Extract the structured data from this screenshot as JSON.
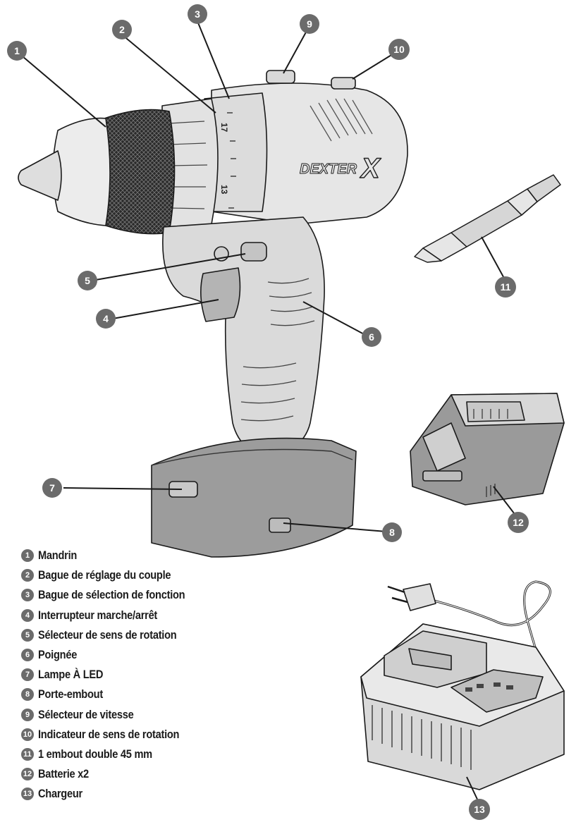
{
  "brand": {
    "name": "DEXTER",
    "mark": "X"
  },
  "chuck_scale": [
    "17",
    "13"
  ],
  "callouts": [
    "1",
    "2",
    "3",
    "4",
    "5",
    "6",
    "7",
    "8",
    "9",
    "10",
    "11",
    "12",
    "13"
  ],
  "legend": [
    {
      "num": "1",
      "label": "Mandrin"
    },
    {
      "num": "2",
      "label": "Bague de réglage du couple"
    },
    {
      "num": "3",
      "label": "Bague de sélection de fonction"
    },
    {
      "num": "4",
      "label": "Interrupteur marche/arrêt"
    },
    {
      "num": "5",
      "label": "Sélecteur de sens de rotation"
    },
    {
      "num": "6",
      "label": "Poignée"
    },
    {
      "num": "7",
      "label": "Lampe À LED"
    },
    {
      "num": "8",
      "label": "Porte-embout"
    },
    {
      "num": "9",
      "label": "Sélecteur de vitesse"
    },
    {
      "num": "10",
      "label": "Indicateur de sens de rotation"
    },
    {
      "num": "11",
      "label": "1 embout double 45 mm"
    },
    {
      "num": "12",
      "label": "Batterie x2"
    },
    {
      "num": "13",
      "label": "Chargeur"
    }
  ]
}
